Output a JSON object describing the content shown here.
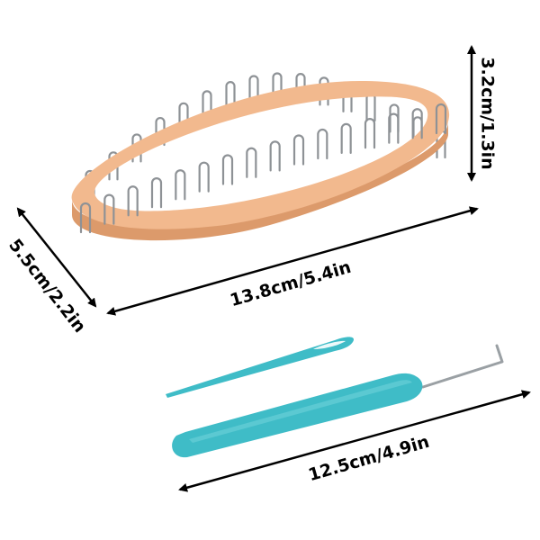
{
  "product": {
    "loom": {
      "length_label": "13.8cm/5.4in",
      "height_label": "3.2cm/1.3in",
      "depth_label": "5.5cm/2.2in",
      "color": "#f2b98e",
      "color_dark": "#dc9a6b",
      "pin_color": "#8e9296",
      "pins_per_side": 16
    },
    "tools": {
      "length_label": "12.5cm/4.9in",
      "color": "#3fbcc7",
      "color_light": "#7fd9df"
    }
  }
}
